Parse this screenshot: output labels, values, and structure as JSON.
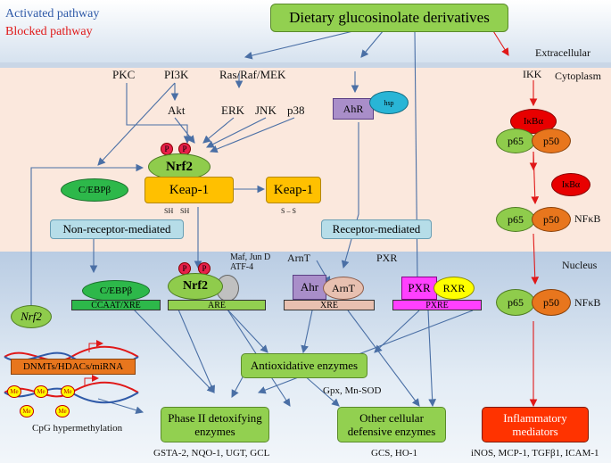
{
  "legend": {
    "activated": "Activated pathway",
    "blocked": "Blocked pathway",
    "activated_color": "#2f5aa8",
    "blocked_color": "#e01818"
  },
  "regions": {
    "extracellular": "Extracellular",
    "cytoplasm": "Cytoplasm",
    "nucleus": "Nucleus"
  },
  "top_box": "Dietary glucosinolate derivatives",
  "kinases": {
    "pkc": "PKC",
    "pi3k": "PI3K",
    "ras": "Ras/Raf/MEK",
    "akt": "Akt",
    "erk": "ERK",
    "jnk": "JNK",
    "p38": "p38"
  },
  "phospho": "P",
  "nrf2": "Nrf2",
  "keap1": "Keap-1",
  "sh1": "SH",
  "sh2": "SH",
  "ss": "S – S",
  "cebpb": "C/EBPβ",
  "nonreceptor": "Non-receptor-mediated",
  "receptor": "Receptor-mediated",
  "ahr": "AhR",
  "hsp": "hsp",
  "ikk": "IKK",
  "ikba": "IκBα",
  "p65": "p65",
  "p50": "p50",
  "nfkb": "NFκB",
  "nucleus_labels": {
    "maf": "Maf, Jun D",
    "atf4": "ATF-4",
    "arnt_top": "ArnT",
    "pxr_top": "PXR"
  },
  "nrf2_free": "Nrf2",
  "elements": {
    "ccaat": "CCAAT/XRE",
    "are": "ARE",
    "xre": "XRE",
    "pxre": "PXRE"
  },
  "ahr_n": "Ahr",
  "arnt": "ArnT",
  "pxr": "PXR",
  "rxr": "RXR",
  "epi": "DNMTs/HDACs/miRNA",
  "me": "Me",
  "cpg": "CpG hypermethylation",
  "antiox": "Antioxidative enzymes",
  "gpx": "Gpx, Mn-SOD",
  "phase2": {
    "line1": "Phase II detoxifying",
    "line2": "enzymes"
  },
  "phase2_list": "GSTA-2, NQO-1, UGT, GCL",
  "other": {
    "line1": "Other cellular",
    "line2": "defensive enzymes"
  },
  "other_list": "GCS, HO-1",
  "inflam": {
    "line1": "Inflammatory",
    "line2": "mediators"
  },
  "inflam_list": "iNOS, MCP-1, TGFβ1, ICAM-1"
}
